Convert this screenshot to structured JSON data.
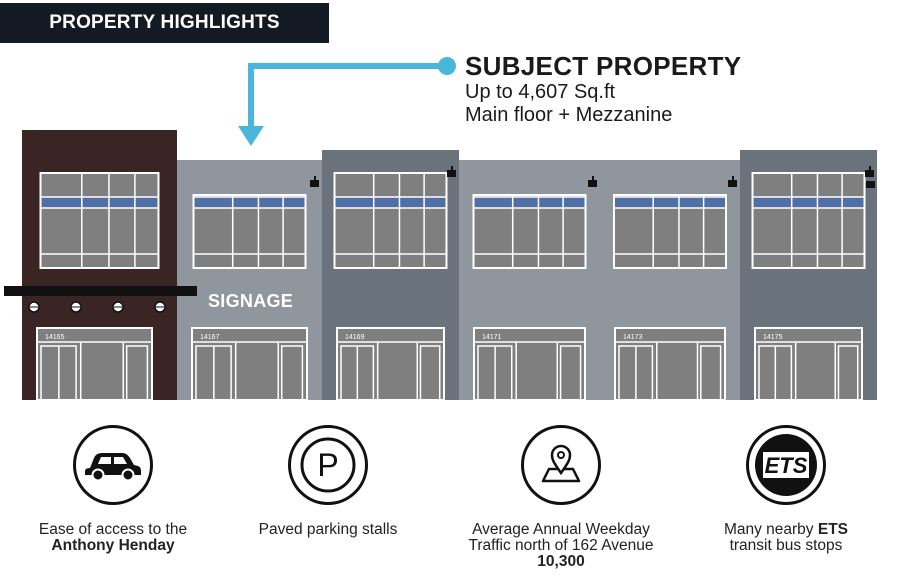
{
  "header": {
    "title": "PROPERTY HIGHLIGHTS"
  },
  "subject": {
    "title": "SUBJECT PROPERTY",
    "size": "Up to 4,607 Sq.ft",
    "floors": "Main floor + Mezzanine"
  },
  "building": {
    "signage": "SIGNAGE",
    "units": [
      "14165",
      "14167",
      "14169",
      "14171",
      "14173",
      "14175"
    ],
    "colors": {
      "brick": "#3b2424",
      "light_grey": "#8f969d",
      "dark_grey": "#6a737c",
      "glass": "#7f7f7f",
      "band": "#4f6fa5",
      "arrow": "#4bb6dc"
    }
  },
  "highlights": [
    {
      "icon": "car-icon",
      "line1": "Ease of access to the",
      "bold": "Anthony Henday"
    },
    {
      "icon": "parking-icon",
      "line1": "Paved parking stalls"
    },
    {
      "icon": "map-pin-icon",
      "line1": "Average Annual Weekday",
      "line2": "Traffic north of 162 Avenue",
      "bold": "10,300"
    },
    {
      "icon": "ets-logo-icon",
      "prefix": "Many nearby ",
      "bold": "ETS",
      "line2": "transit bus stops",
      "logo_text": "ETS"
    }
  ]
}
